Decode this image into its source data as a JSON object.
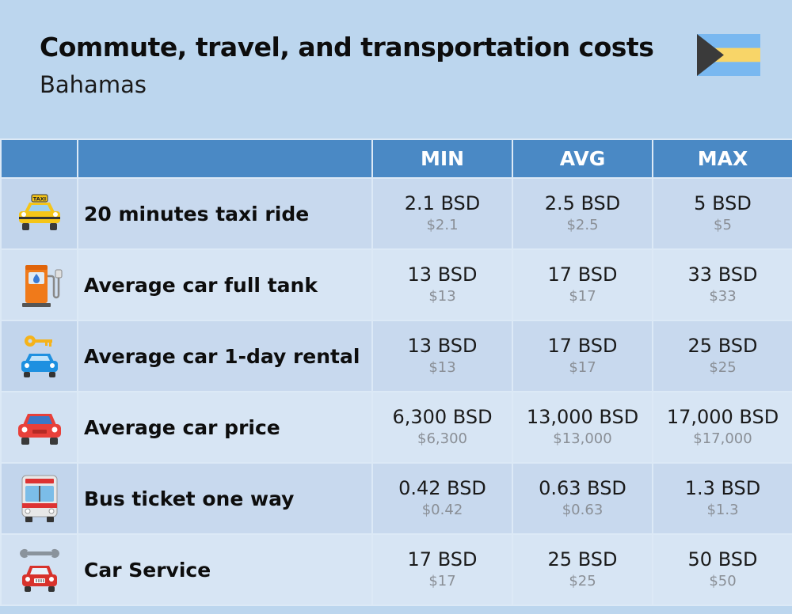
{
  "header": {
    "title": "Commute, travel, and transportation costs",
    "subtitle": "Bahamas"
  },
  "flag": {
    "icon": "bahamas-flag-icon",
    "colors": {
      "aquamarine": "#79b8f0",
      "gold": "#f8d568",
      "triangle": "#3a3a3a"
    }
  },
  "table": {
    "columns": [
      "",
      "",
      "MIN",
      "AVG",
      "MAX"
    ],
    "rows": [
      {
        "icon": "taxi-icon",
        "label": "20 minutes taxi ride",
        "min": "2.1 BSD",
        "min_usd": "$2.1",
        "avg": "2.5 BSD",
        "avg_usd": "$2.5",
        "max": "5 BSD",
        "max_usd": "$5"
      },
      {
        "icon": "fuel-pump-icon",
        "label": "Average car full tank",
        "min": "13 BSD",
        "min_usd": "$13",
        "avg": "17 BSD",
        "avg_usd": "$17",
        "max": "33 BSD",
        "max_usd": "$33"
      },
      {
        "icon": "car-rental-key-icon",
        "label": "Average car 1-day rental",
        "min": "13 BSD",
        "min_usd": "$13",
        "avg": "17 BSD",
        "avg_usd": "$17",
        "max": "25 BSD",
        "max_usd": "$25"
      },
      {
        "icon": "red-car-icon",
        "label": "Average car price",
        "min": "6,300 BSD",
        "min_usd": "$6,300",
        "avg": "13,000 BSD",
        "avg_usd": "$13,000",
        "max": "17,000 BSD",
        "max_usd": "$17,000"
      },
      {
        "icon": "bus-icon",
        "label": "Bus ticket one way",
        "min": "0.42 BSD",
        "min_usd": "$0.42",
        "avg": "0.63 BSD",
        "avg_usd": "$0.63",
        "max": "1.3 BSD",
        "max_usd": "$1.3"
      },
      {
        "icon": "car-service-wrench-icon",
        "label": "Car Service",
        "min": "17 BSD",
        "min_usd": "$17",
        "avg": "25 BSD",
        "avg_usd": "$25",
        "max": "50 BSD",
        "max_usd": "$50"
      }
    ]
  },
  "colors": {
    "background": "#bcd6ee",
    "header_row": "#4a89c5",
    "row_a": "#c8d9ee",
    "row_b": "#d7e5f4",
    "usd_text": "#8a8f96"
  }
}
